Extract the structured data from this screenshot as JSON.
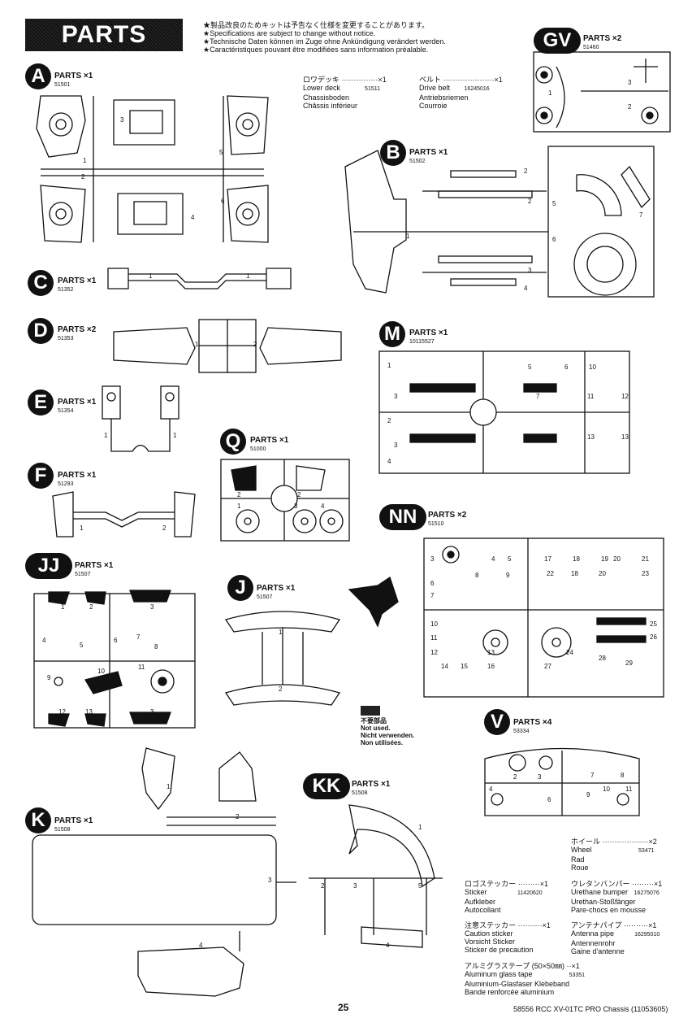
{
  "header": {
    "title": "PARTS",
    "notices": [
      "★製品改良のためキットは予告なく仕様を変更することがあります。",
      "★Specifications are subject to change without notice.",
      "★Technische Daten können im Zuge ohne Ankündigung verändert werden.",
      "★Caractéristiques pouvant être modifiées sans information préalable."
    ]
  },
  "parts": {
    "A": {
      "badge": "A",
      "qty": "PARTS ×1",
      "num": "51501"
    },
    "GV": {
      "badge": "GV",
      "qty": "PARTS ×2",
      "num": "51460"
    },
    "B": {
      "badge": "B",
      "qty": "PARTS ×1",
      "num": "51502"
    },
    "C": {
      "badge": "C",
      "qty": "PARTS ×1",
      "num": "51352"
    },
    "D": {
      "badge": "D",
      "qty": "PARTS ×2",
      "num": "51353"
    },
    "M": {
      "badge": "M",
      "qty": "PARTS ×1",
      "num": "10115527"
    },
    "E": {
      "badge": "E",
      "qty": "PARTS ×1",
      "num": "51354"
    },
    "Q": {
      "badge": "Q",
      "qty": "PARTS ×1",
      "num": "51000"
    },
    "F": {
      "badge": "F",
      "qty": "PARTS ×1",
      "num": "51293"
    },
    "NN": {
      "badge": "NN",
      "qty": "PARTS ×2",
      "num": "51510"
    },
    "JJ": {
      "badge": "JJ",
      "qty": "PARTS ×1",
      "num": "51507"
    },
    "J": {
      "badge": "J",
      "qty": "PARTS ×1",
      "num": "51507"
    },
    "V": {
      "badge": "V",
      "qty": "PARTS ×4",
      "num": "53334"
    },
    "KK": {
      "badge": "KK",
      "qty": "PARTS ×1",
      "num": "51508"
    },
    "K": {
      "badge": "K",
      "qty": "PARTS ×1",
      "num": "51508"
    }
  },
  "extras": {
    "lower_deck": {
      "jp": "ロワデッキ",
      "qty": "×1",
      "en": "Lower deck",
      "num": "51511",
      "de": "Chassisboden",
      "fr": "Châssis inférieur"
    },
    "drive_belt": {
      "jp": "ベルト",
      "qty": "×1",
      "en": "Drive belt",
      "num": "16245016",
      "de": "Antriebsriemen",
      "fr": "Courroie"
    }
  },
  "not_used": [
    "不要部品",
    "Not used.",
    "Nicht verwenden.",
    "Non utilisées."
  ],
  "accessories": {
    "wheel": {
      "jp": "ホイール",
      "qty": "×2",
      "en": "Wheel",
      "num": "53471",
      "de": "Rad",
      "fr": "Roue"
    },
    "sticker": {
      "jp": "ロゴステッカー",
      "qty": "×1",
      "en": "Sticker",
      "num": "11420620",
      "de": "Aufkleber",
      "fr": "Autocollant"
    },
    "bumper": {
      "jp": "ウレタンバンパー",
      "qty": "×1",
      "en": "Urethane bumper",
      "num": "16275076",
      "de": "Urethan-Stoßfänger",
      "fr": "Pare-chocs en mousse"
    },
    "caution": {
      "jp": "注意ステッカー",
      "qty": "×1",
      "en": "Caution sticker",
      "de": "Vorsicht Sticker",
      "fr": "Sticker de precaution"
    },
    "antenna": {
      "jp": "アンテナパイプ",
      "qty": "×1",
      "en": "Antenna pipe",
      "num": "16295010",
      "de": "Antennenrohr",
      "fr": "Gaine d'antenne"
    },
    "tape": {
      "jp": "アルミグラステープ (50×50㎜)",
      "qty": "×1",
      "en": "Aluminum glass tape",
      "num": "53351",
      "de": "Aluminium-Glasfaser Klebeband",
      "fr": "Bande renforcée aluminium"
    }
  },
  "footer": {
    "page": "25",
    "code": "58556 RCC XV-01TC PRO Chassis (11053605)"
  }
}
